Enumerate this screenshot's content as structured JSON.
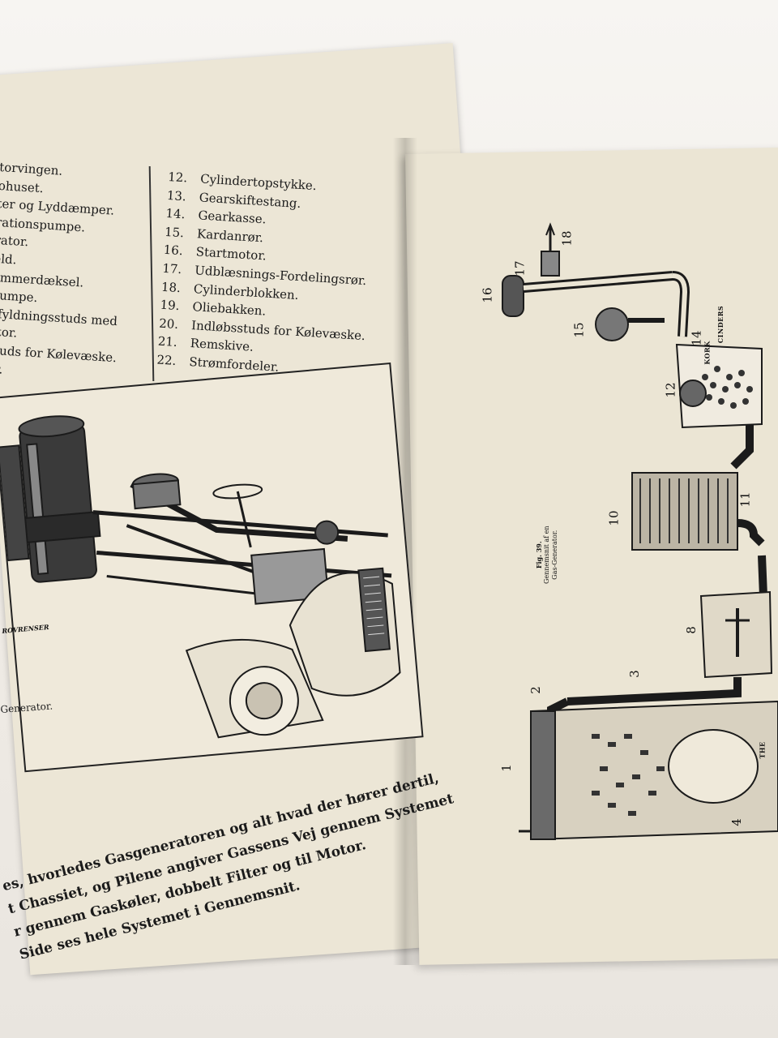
{
  "left_page": {
    "parts_left": [
      "torvingen.",
      "ohuset.",
      "ter og Lyddæmper.",
      "rationspumpe.",
      "rator.",
      "eld.",
      "ammerdæksel.",
      "pumpe.",
      "afyldningsstuds med",
      "ator.",
      "studs for Kølevæske.",
      "ør."
    ],
    "parts_right": [
      {
        "num": "12.",
        "text": "Cylindertopstykke."
      },
      {
        "num": "13.",
        "text": "Gearskiftestang."
      },
      {
        "num": "14.",
        "text": "Gearkasse."
      },
      {
        "num": "15.",
        "text": "Kardanrør."
      },
      {
        "num": "16.",
        "text": "Startmotor."
      },
      {
        "num": "17.",
        "text": "Udblæsnings-Fordelingsrør."
      },
      {
        "num": "18.",
        "text": "Cylinderblokken."
      },
      {
        "num": "19.",
        "text": "Oliebakken."
      },
      {
        "num": "20.",
        "text": "Indløbsstuds for Kølevæske."
      },
      {
        "num": "21.",
        "text": "Remskive."
      },
      {
        "num": "22.",
        "text": "Strømfordeler."
      }
    ],
    "figure_label": "ROVRENSER",
    "figure_caption": "Generator.",
    "paragraph": [
      "es, hvorledes Gasgeneratoren og alt hvad der hører dertil,",
      "t Chassiet, og Pilene angiver Gassens Vej gennem Systemet",
      "r gennem Gaskøler, dobbelt Filter og til Motor.",
      "Side ses hele Systemet i Gennemsnit."
    ]
  },
  "right_page": {
    "figure_title": "Fig. 39.",
    "figure_caption_line1": "Gennemsnit af en",
    "figure_caption_line2": "Gas-Generator.",
    "labels": [
      "1",
      "2",
      "3",
      "4",
      "8",
      "10",
      "11",
      "12",
      "14",
      "15",
      "16",
      "17",
      "18"
    ],
    "kork_label": "KORK",
    "cinders_label": "CINDERS",
    "tube_label": "THE"
  },
  "colors": {
    "paper": "#ebe5d4",
    "ink": "#1b1b1b",
    "background": "#f4f1ec"
  }
}
